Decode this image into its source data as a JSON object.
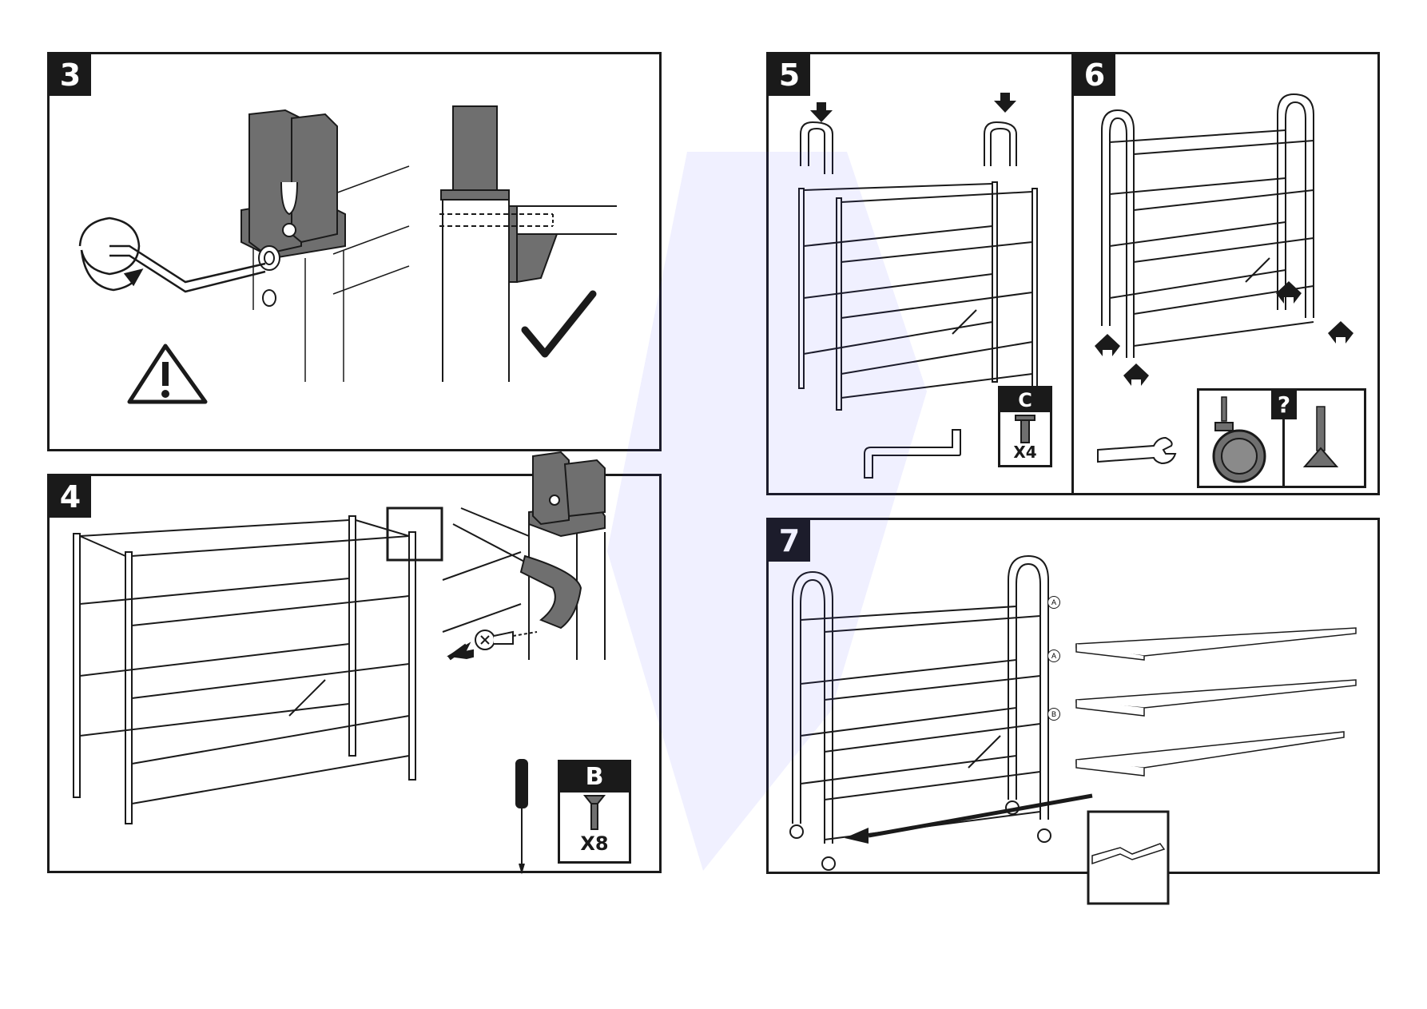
{
  "steps": {
    "s3": {
      "number": "3"
    },
    "s4": {
      "number": "4"
    },
    "s5": {
      "number": "5"
    },
    "s6": {
      "number": "6"
    },
    "s7": {
      "number": "7"
    }
  },
  "parts": {
    "b": {
      "letter": "B",
      "qty": "X8"
    },
    "c": {
      "letter": "C",
      "qty": "X4"
    },
    "option": {
      "symbol": "?"
    }
  },
  "shelf_labels": [
    "A",
    "A",
    "B"
  ],
  "colors": {
    "ink": "#1a1a1a",
    "part_fill": "#6f6f6f",
    "watermark": "#3a3aff"
  },
  "icons": [
    "warning-icon",
    "checkmark-icon",
    "arrow-icon",
    "rotate-arrow-icon",
    "allen-key-icon",
    "wrench-icon",
    "screwdriver-icon",
    "screw-icon",
    "caster-wheel-icon",
    "leveling-foot-icon"
  ]
}
